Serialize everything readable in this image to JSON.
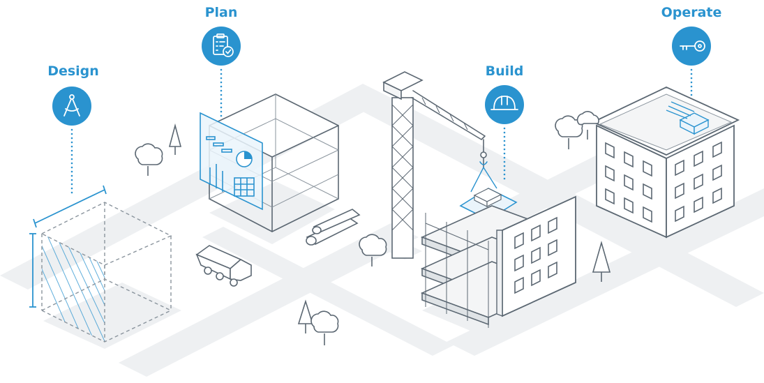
{
  "stages": [
    {
      "label": "Design",
      "icon": "compass-icon",
      "color": "#2a93cf"
    },
    {
      "label": "Plan",
      "icon": "clipboard-check-icon",
      "color": "#2a93cf"
    },
    {
      "label": "Build",
      "icon": "hard-hat-icon",
      "color": "#2a93cf"
    },
    {
      "label": "Operate",
      "icon": "key-icon",
      "color": "#2a93cf"
    }
  ],
  "colors": {
    "accent": "#2a93cf",
    "line": "#5b6772",
    "road": "#eef0f2"
  }
}
